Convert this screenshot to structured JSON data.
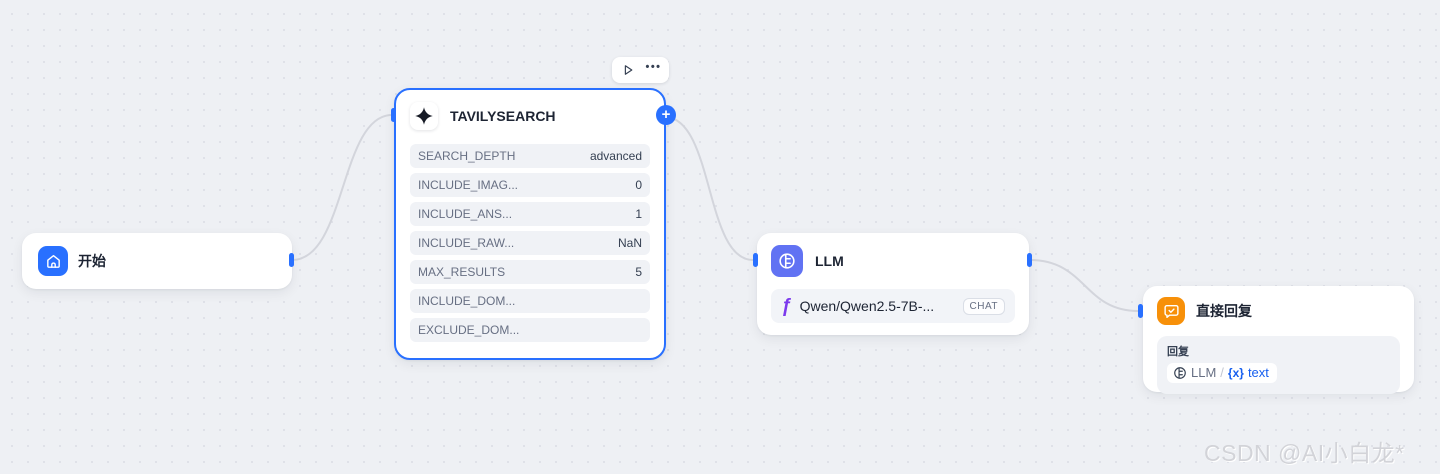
{
  "canvas": {
    "background": "#eef0f4",
    "dot_color": "#dfe1e8",
    "edge_color": "#d3d5dc",
    "accent_blue": "#2970ff"
  },
  "toolbar": {
    "play_icon": "play-icon",
    "more_icon": "ellipsis-icon",
    "more_label": "•••"
  },
  "plus_button": {
    "label": "+"
  },
  "nodes": {
    "start": {
      "title": "开始",
      "icon": "home-icon",
      "icon_bg": "#2970ff"
    },
    "tavily": {
      "title": "TAVILYSEARCH",
      "icon": "sparkle-icon",
      "params": [
        {
          "label": "SEARCH_DEPTH",
          "value": "advanced"
        },
        {
          "label": "INCLUDE_IMAG...",
          "value": "0"
        },
        {
          "label": "INCLUDE_ANS...",
          "value": "1"
        },
        {
          "label": "INCLUDE_RAW...",
          "value": "NaN"
        },
        {
          "label": "MAX_RESULTS",
          "value": "5"
        },
        {
          "label": "INCLUDE_DOM...",
          "value": ""
        },
        {
          "label": "EXCLUDE_DOM...",
          "value": ""
        }
      ]
    },
    "llm": {
      "title": "LLM",
      "icon": "cpu-circle-icon",
      "icon_bg": "#6172f3",
      "model_provider_icon": "siliconflow-icon",
      "model_provider_glyph": "ƒ",
      "model_name": "Qwen/Qwen2.5-7B-...",
      "model_badge": "CHAT"
    },
    "reply": {
      "title": "直接回复",
      "icon": "chat-check-icon",
      "icon_bg": "#f79009",
      "section_label": "回复",
      "variable": {
        "node": "LLM",
        "separator": "/",
        "x_prefix": "{x}",
        "name": "text"
      }
    }
  },
  "watermark": "CSDN @AI小白龙*"
}
